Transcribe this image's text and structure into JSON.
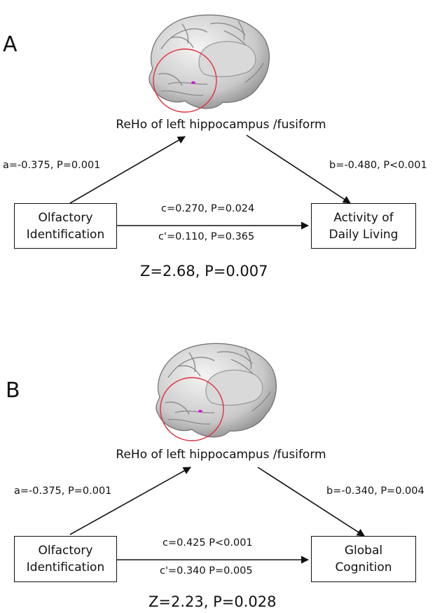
{
  "panels": [
    {
      "letter": "A",
      "mediator": "ReHo of left hippocampus /fusiform",
      "x_box": [
        "Olfactory",
        "Identification"
      ],
      "y_box": [
        "Activity of",
        "Daily Living"
      ],
      "path_a": "a=-0.375, P=0.001",
      "path_b": "b=-0.480, P<0.001",
      "path_c": "c=0.270, P=0.024",
      "path_c_prime": "c'=0.110, P=0.365",
      "sobel": "Z=2.68, P=0.007"
    },
    {
      "letter": "B",
      "mediator": "ReHo of left hippocampus /fusiform",
      "x_box": [
        "Olfactory",
        "Identification"
      ],
      "y_box": [
        "Global",
        "Cognition"
      ],
      "path_a": "a=-0.375, P=0.001",
      "path_b": "b=-0.340, P=0.004",
      "path_c": "c=0.425 P<0.001",
      "path_c_prime": "c'=0.340 P=0.005",
      "sobel": "Z=2.23, P=0.028"
    }
  ],
  "colors": {
    "roi_circle": "#e0303a",
    "roi_spot": "#d61ad6",
    "brain_gray": "#bdbdbd"
  }
}
